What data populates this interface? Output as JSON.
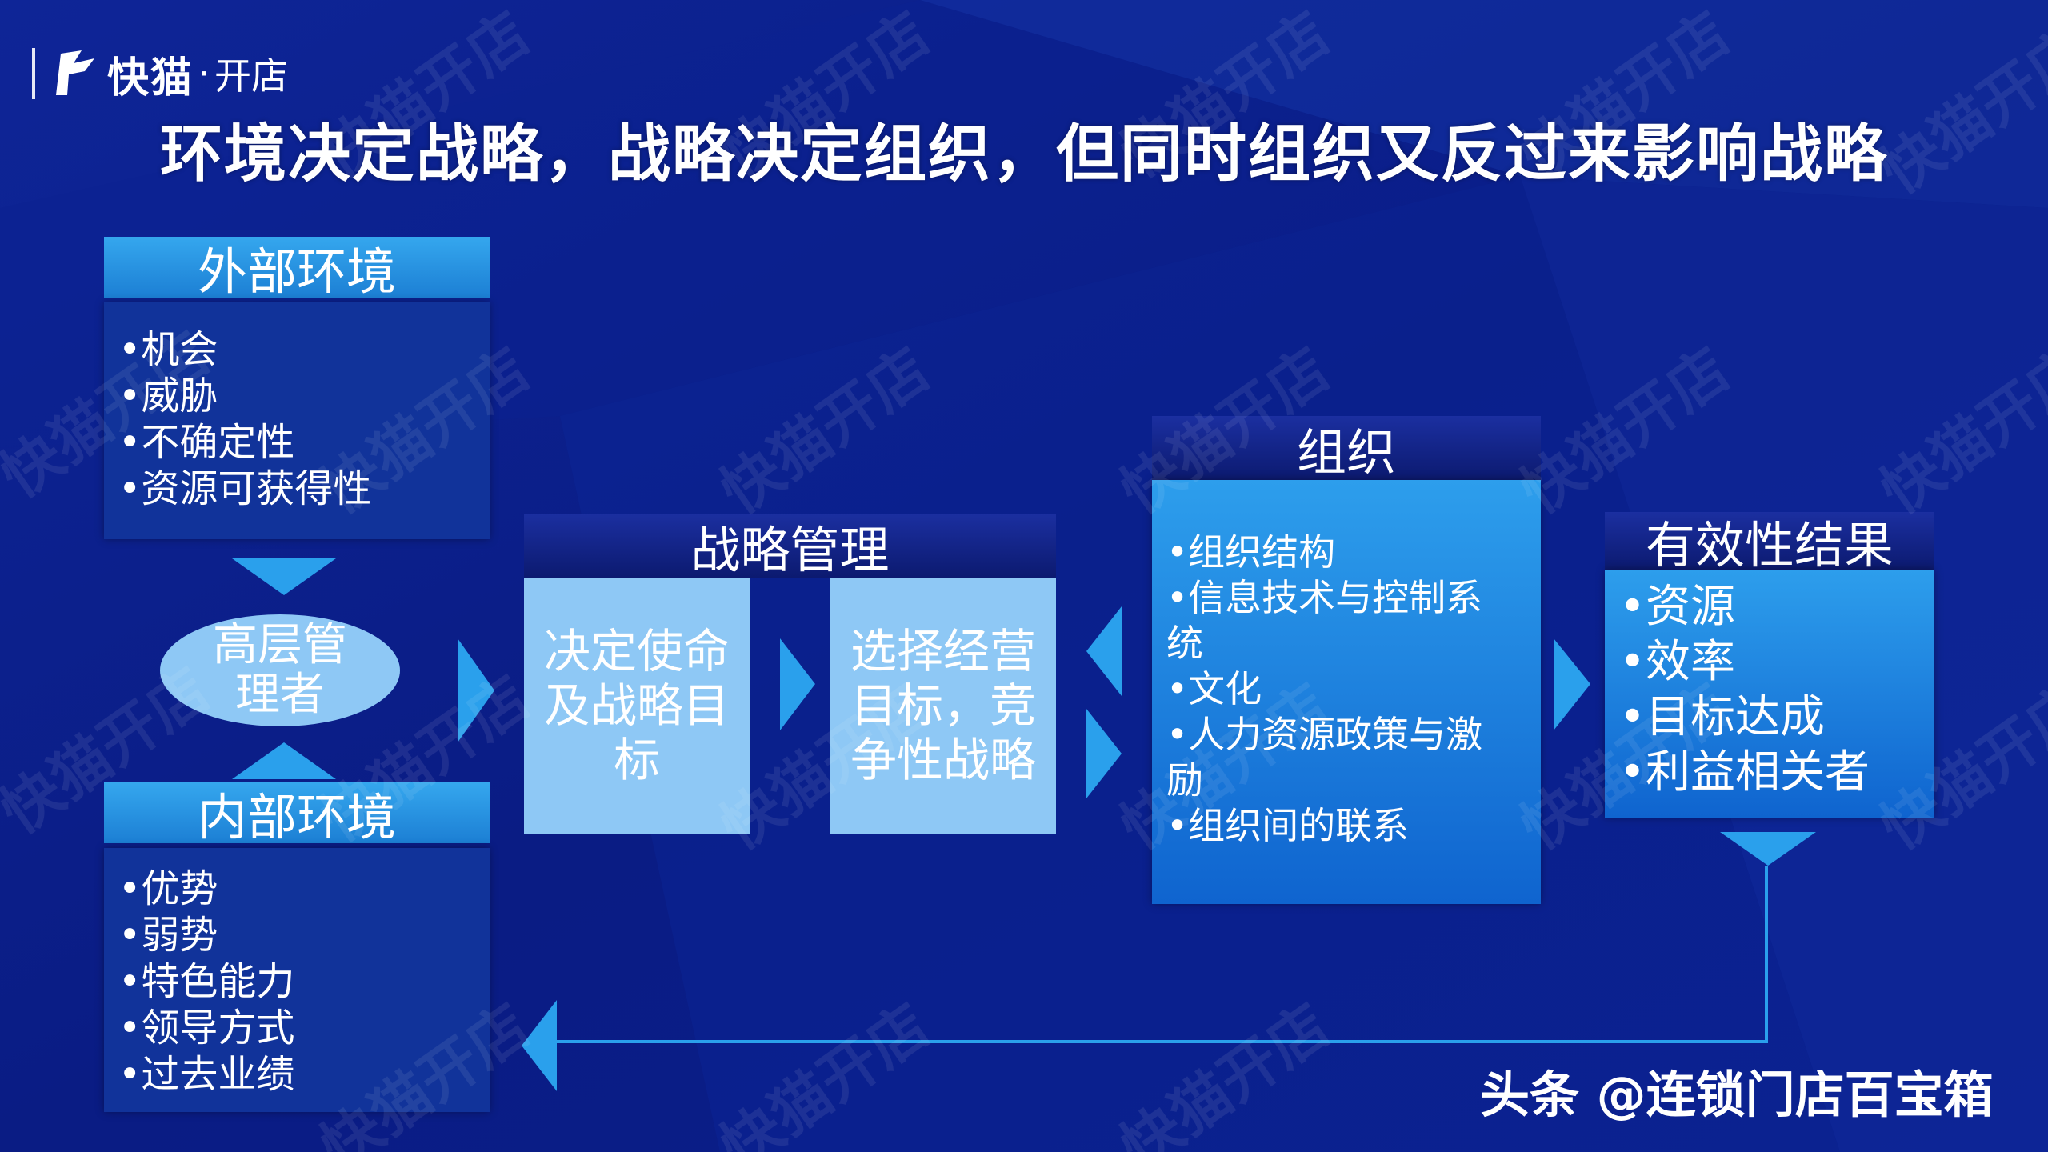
{
  "logo": {
    "name": "快猫",
    "separator": "·",
    "sub": "开店"
  },
  "title": "环境决定战略，战略决定组织，但同时组织又反过来影响战略",
  "external": {
    "header": "外部环境",
    "items": [
      "•机会",
      "•威胁",
      "•不确定性",
      "•资源可获得性"
    ]
  },
  "executives": {
    "line1": "高层管",
    "line2": "理者"
  },
  "internal": {
    "header": "内部环境",
    "items": [
      "•优势",
      "•弱势",
      "•特色能力",
      "•领导方式",
      "•过去业绩"
    ]
  },
  "strategy": {
    "header": "战略管理",
    "step1": {
      "line1": "决定使命",
      "line2": "及战略目",
      "line3": "标"
    },
    "step2": {
      "line1": "选择经营",
      "line2": "目标，竞",
      "line3": "争性战略"
    }
  },
  "organization": {
    "header": "组织",
    "items": [
      "•组织结构",
      "•信息技术与控制系",
      "统",
      "•文化",
      "•人力资源政策与激",
      "励",
      "•组织间的联系"
    ]
  },
  "results": {
    "header": "有效性结果",
    "items": [
      "•资源",
      "•效率",
      "•目标达成",
      "•利益相关者"
    ]
  },
  "watermark": "快猫开店",
  "footer": "头条 @连锁门店百宝箱",
  "colors": {
    "background": "#0b1a8a",
    "cyan_header": "#2596e8",
    "pale_box": "#8ec8f5",
    "arrow": "#2aa0ec",
    "dark_box": "#11339a"
  }
}
